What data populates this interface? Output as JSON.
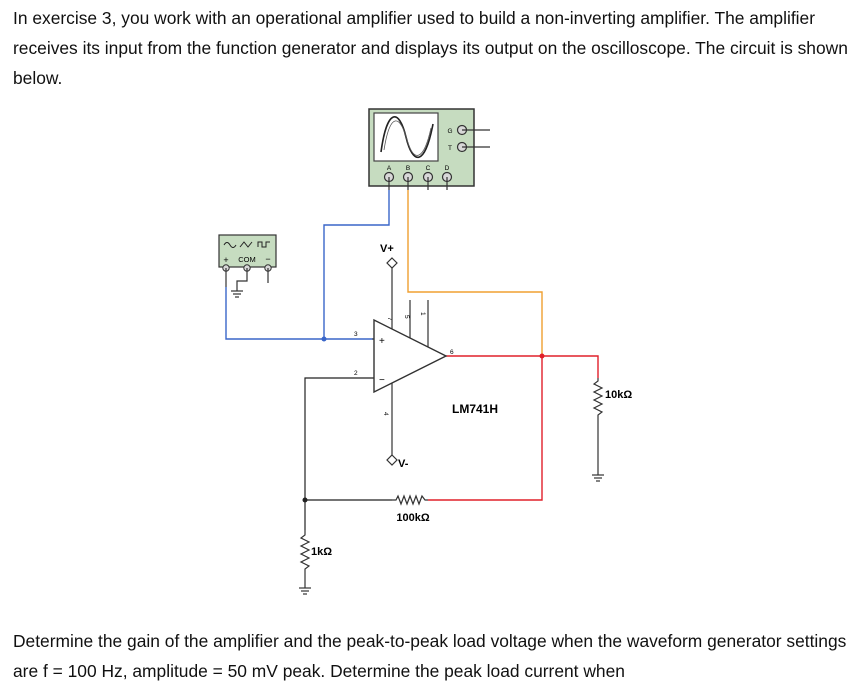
{
  "text": {
    "intro": "In exercise 3, you work with an operational amplifier used to build a non-inverting amplifier. The amplifier receives its input from the function generator and displays its output on the oscilloscope. The circuit is shown below.",
    "question": "Determine the gain of the amplifier and the peak-to-peak load voltage when the waveform generator settings are f = 100 Hz, amplitude = 50 mV peak. Determine the peak load current when"
  },
  "diagram": {
    "oscilloscope": {
      "channels": [
        "A",
        "B",
        "C",
        "D"
      ],
      "ground_label": "G",
      "trigger_label": "T"
    },
    "function_generator": {
      "plus": "+",
      "com": "COM",
      "minus": "−"
    },
    "opamp": {
      "part": "LM741H",
      "vplus": "V+",
      "vminus": "V-",
      "pins": {
        "p3": "3",
        "p2": "2",
        "p7": "7",
        "p5": "5",
        "p1": "1",
        "p4": "4",
        "p6": "6"
      },
      "plus_sign": "+",
      "minus_sign": "−"
    },
    "resistors": {
      "load": "10kΩ",
      "feedback": "100kΩ",
      "ground": "1kΩ"
    },
    "colors": {
      "input_wire": "#3a66c9",
      "output_wire": "#e0202a",
      "scope_wire": "#f0a030",
      "scope_body": "#c6dcc0"
    }
  }
}
